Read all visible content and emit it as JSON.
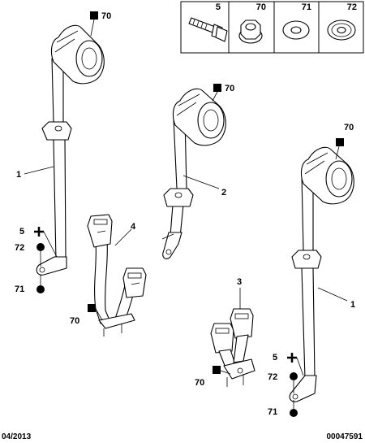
{
  "legend": [
    {
      "ref": "5"
    },
    {
      "ref": "70"
    },
    {
      "ref": "71"
    },
    {
      "ref": "72"
    }
  ],
  "refs": {
    "a_70": "70",
    "a_1": "1",
    "a_5": "5",
    "a_72": "72",
    "a_71": "71",
    "b_70": "70",
    "b_2": "2",
    "c_4": "4",
    "c_70": "70",
    "d_70": "70",
    "d_1": "1",
    "d_5": "5",
    "d_72": "72",
    "d_71": "71",
    "e_3": "3",
    "e_70": "70"
  },
  "footer": {
    "date": "04/2013",
    "code": "00047591"
  }
}
